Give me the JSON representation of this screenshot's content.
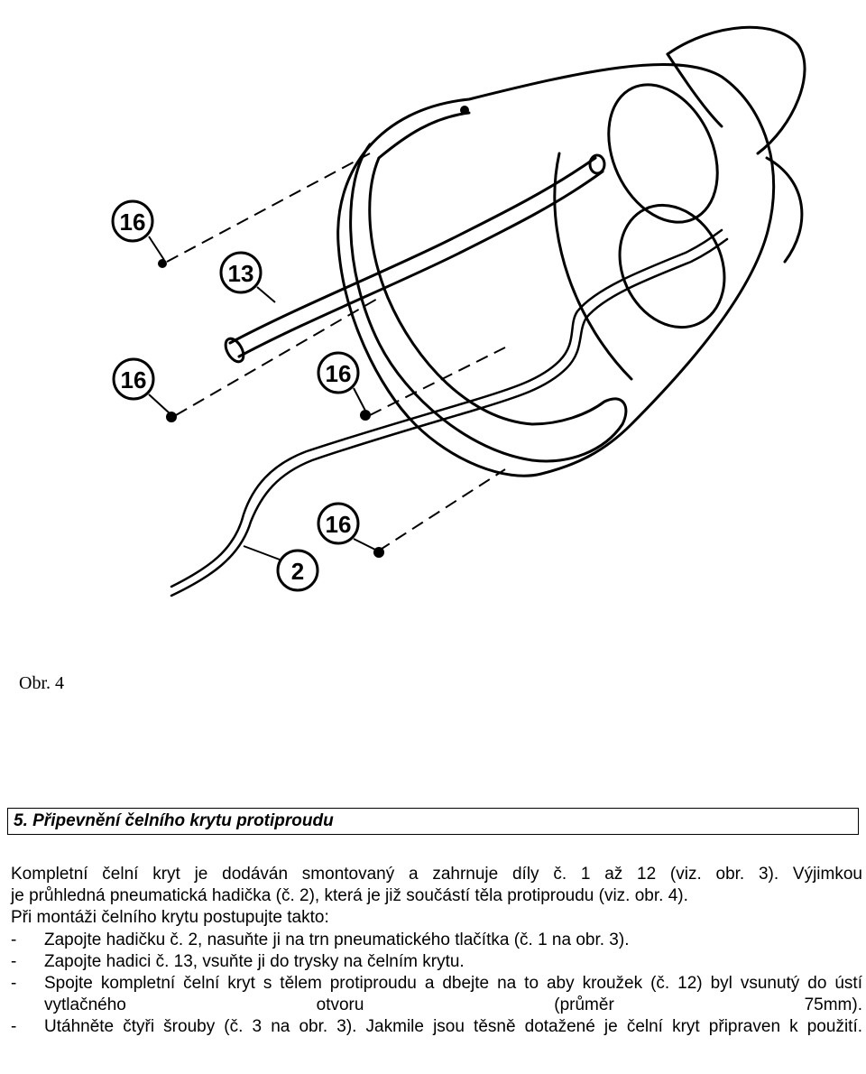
{
  "figure": {
    "callouts": [
      "16",
      "13",
      "16",
      "16",
      "16",
      "2"
    ]
  },
  "caption": "Obr. 4",
  "section": {
    "heading": "5. Připevnění čelního krytu protiproudu",
    "lines": [
      "Kompletní čelní kryt je dodáván smontovaný a zahrnuje díly č. 1 až 12 (viz. obr. 3). Výjimkou",
      "je průhledná pneumatická hadička (č. 2), která je již součástí těla protiproudu (viz. obr. 4).",
      "Při montáži čelního krytu postupujte takto:"
    ],
    "steps": [
      {
        "marker": "-",
        "text": "Zapojte hadičku č. 2, nasuňte ji na trn pneumatického tlačítka (č. 1 na obr. 3)."
      },
      {
        "marker": "-",
        "text": "Zapojte hadici č. 13, vsuňte ji do trysky na čelním krytu."
      },
      {
        "marker": "-",
        "text": "Spojte kompletní čelní kryt s tělem protiproudu a dbejte na to aby kroužek (č. 12) byl vsunutý do ústí vytlačného otvoru (průměr 75mm)."
      },
      {
        "marker": "-",
        "text": "Utáhněte čtyři šrouby (č. 3 na obr. 3). Jakmile jsou těsně dotažené je čelní kryt připraven k použití."
      }
    ]
  }
}
